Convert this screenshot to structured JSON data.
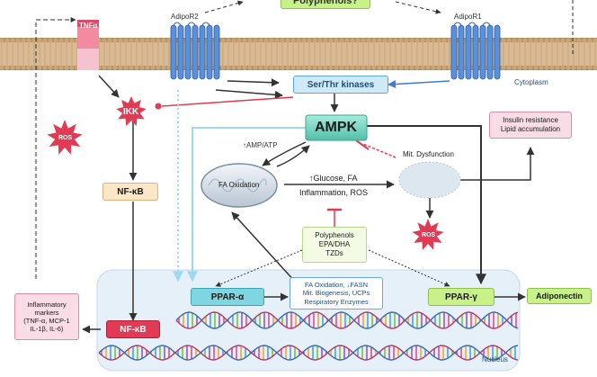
{
  "polyphenols_top": "Polyphenols?",
  "tnfa": "TNFα",
  "adipor2": "AdipoR2",
  "adipor1": "AdipoR1",
  "ser_thr": "Ser/Thr kinases",
  "cytoplasm": "Cytoplasm",
  "ikk": "IKK",
  "ros1": "ROS",
  "ampk": "AMPK",
  "amp_atp": "↑AMP/ATP",
  "fa_oxidation": "FA Oxidation",
  "glucose_fa": "↑Glucose, FA",
  "inflammation_ros": "Inflammation, ROS",
  "mit_dysfunction": "Mit. Dysfunction",
  "insulin_lines": [
    "Insulin resistance",
    "Lipid accumulation"
  ],
  "nfkb_top": "NF-κB",
  "ros2": "ROS",
  "polyphenols_box": [
    "Polyphenols",
    "EPA/DHA",
    "TZDs"
  ],
  "ppar_alpha": "PPAR-α",
  "ppar_alpha_effects": [
    "FA Oxidation, ↓FASN",
    "Mit. Biogenesis, UCPs",
    "Respiratory Enzymes"
  ],
  "ppar_gamma": "PPAR-γ",
  "adiponectin": "Adiponectin",
  "nfkb_bottom": "NF-κB",
  "inflammatory_lines": [
    "Inflammatory",
    "markers",
    "(TNF-α, MCP-1",
    "IL-1β, IL-6)"
  ],
  "nucleus": "Nucleus",
  "colors": {
    "membrane": "#c9a67a",
    "receptor": "#5b8fd6",
    "ampk": "#7fd6c3",
    "ser_thr": "#cfe9f7",
    "burst": "#e03a55",
    "nfkb": "#fbe6c8",
    "nucleus": "#e6f0f8",
    "ppar": "#c9f18a",
    "pink_box": "#f8dce6",
    "poly_box": "#f4fbe4"
  }
}
